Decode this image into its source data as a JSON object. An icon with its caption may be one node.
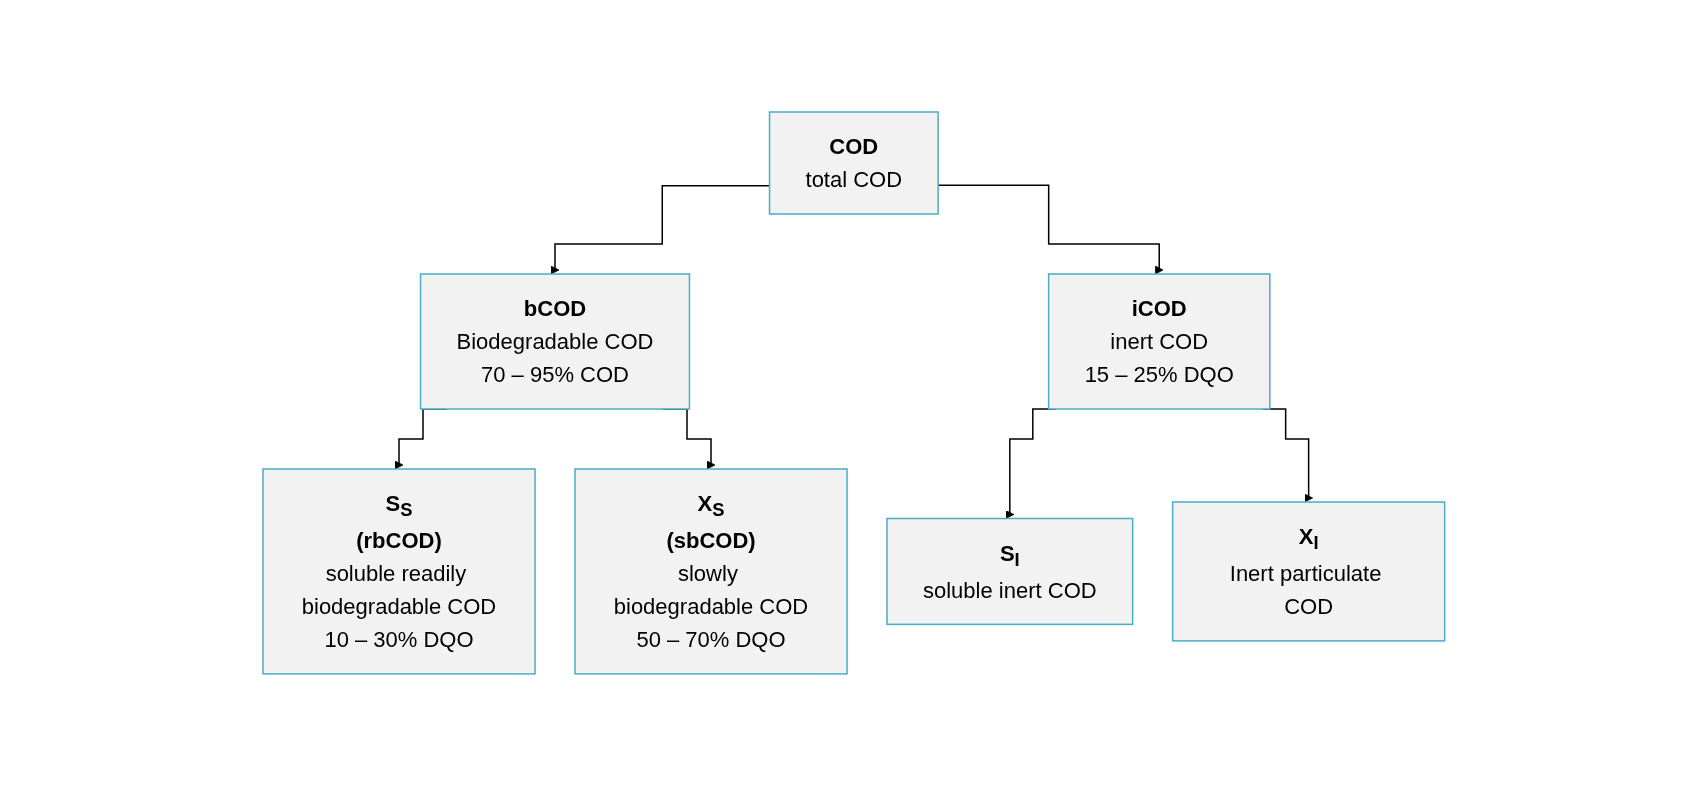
{
  "diagram": {
    "nodes": [
      {
        "text": [
          "COD",
          "total COD"
        ]
      },
      {
        "text": [
          "bCOD",
          "Biodegradable COD",
          "70 – 95% COD"
        ]
      },
      {
        "text": [
          "iCOD",
          "inert COD",
          "15 – 25% DQO"
        ]
      },
      {
        "text": [
          "S$_{S}$",
          "(rbCOD)",
          "soluble readily biodegradable COD",
          "10 – 30% DQO"
        ]
      },
      {
        "text": [
          "X$_{S}$",
          "(sbCOD)",
          "slowly biodegradable COD",
          "50 – 70% DQO"
        ]
      },
      {
        "text": [
          "S$_{I}$",
          "soluble inert COD"
        ]
      },
      {
        "text": [
          "X$_{I}$",
          "Inert particulate COD"
        ]
      }
    ],
    "edges": [
      {
        "from": 0,
        "to": 1,
        "arrow": "to"
      },
      {
        "from": 0,
        "to": 2,
        "arrow": "to"
      },
      {
        "from": 1,
        "to": 3,
        "arrow": "to"
      },
      {
        "from": 1,
        "to": 4,
        "arrow": "to"
      },
      {
        "from": 2,
        "to": 5,
        "arrow": "to"
      },
      {
        "from": 2,
        "to": 6,
        "arrow": "to"
      }
    ]
  }
}
